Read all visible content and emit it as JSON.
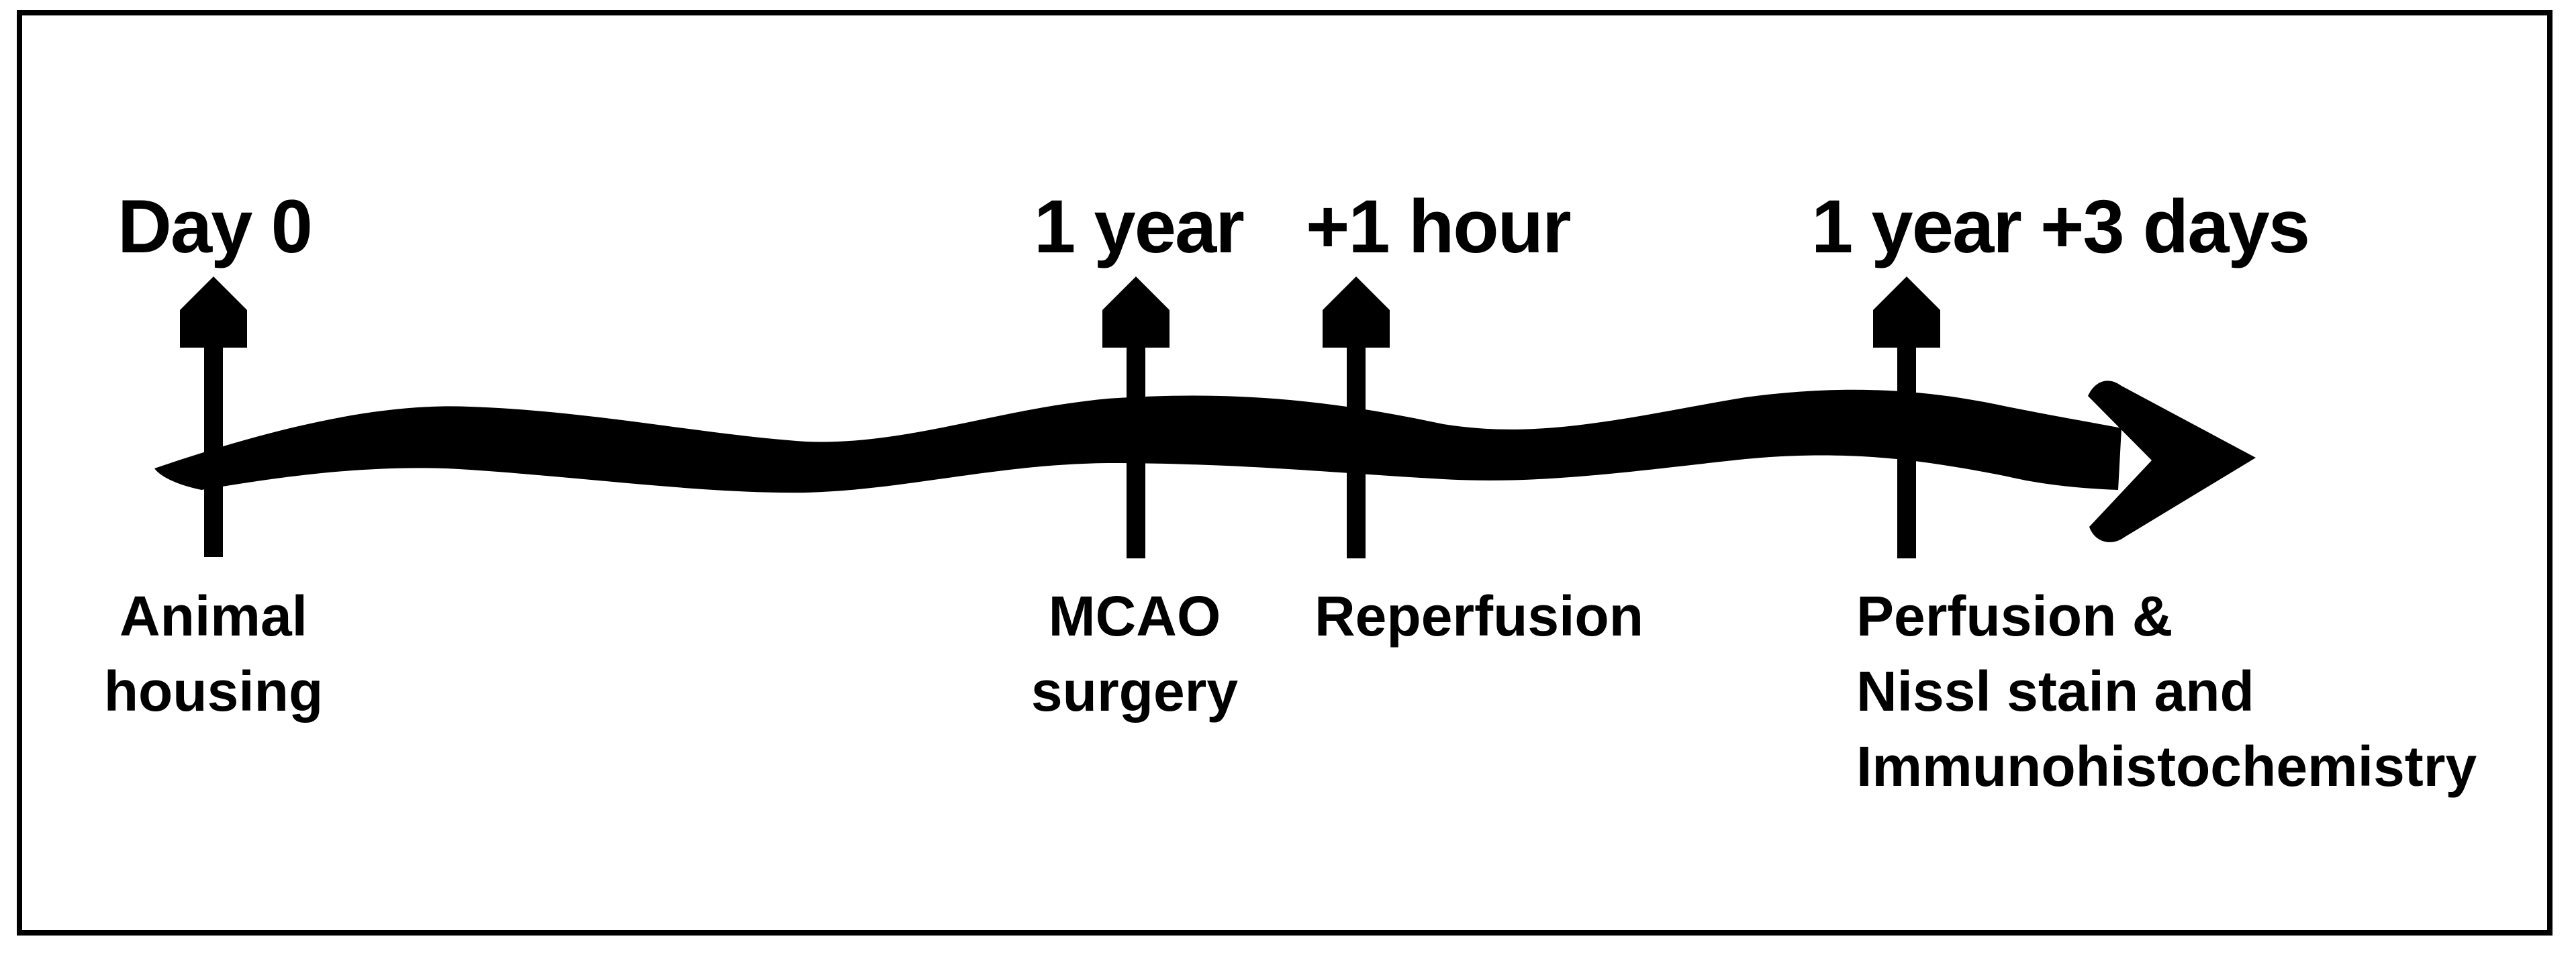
{
  "colors": {
    "ink": "#000000",
    "background": "#ffffff"
  },
  "milestones": [
    {
      "time": "Day 0",
      "event_lines": [
        "Animal",
        "housing"
      ]
    },
    {
      "time": "1 year",
      "event_lines": [
        "MCAO",
        "surgery"
      ]
    },
    {
      "time": "+1 hour",
      "event_lines": [
        "Reperfusion"
      ]
    },
    {
      "time": "1 year +3 days",
      "event_lines": [
        "Perfusion &",
        "Nissl stain and",
        "Immunohistochemistry"
      ]
    }
  ]
}
